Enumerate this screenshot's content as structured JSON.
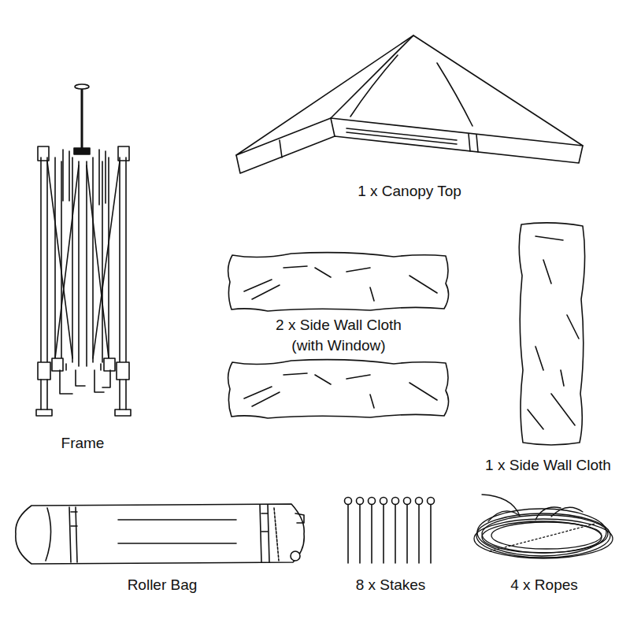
{
  "diagram": {
    "labels": [
      "1 x Canopy Top",
      "2 x Side Wall Cloth (with Window)",
      "Frame",
      "1 x Side Wall Cloth",
      "Roller Bag",
      "8 x Stakes",
      "4 x Ropes"
    ]
  }
}
